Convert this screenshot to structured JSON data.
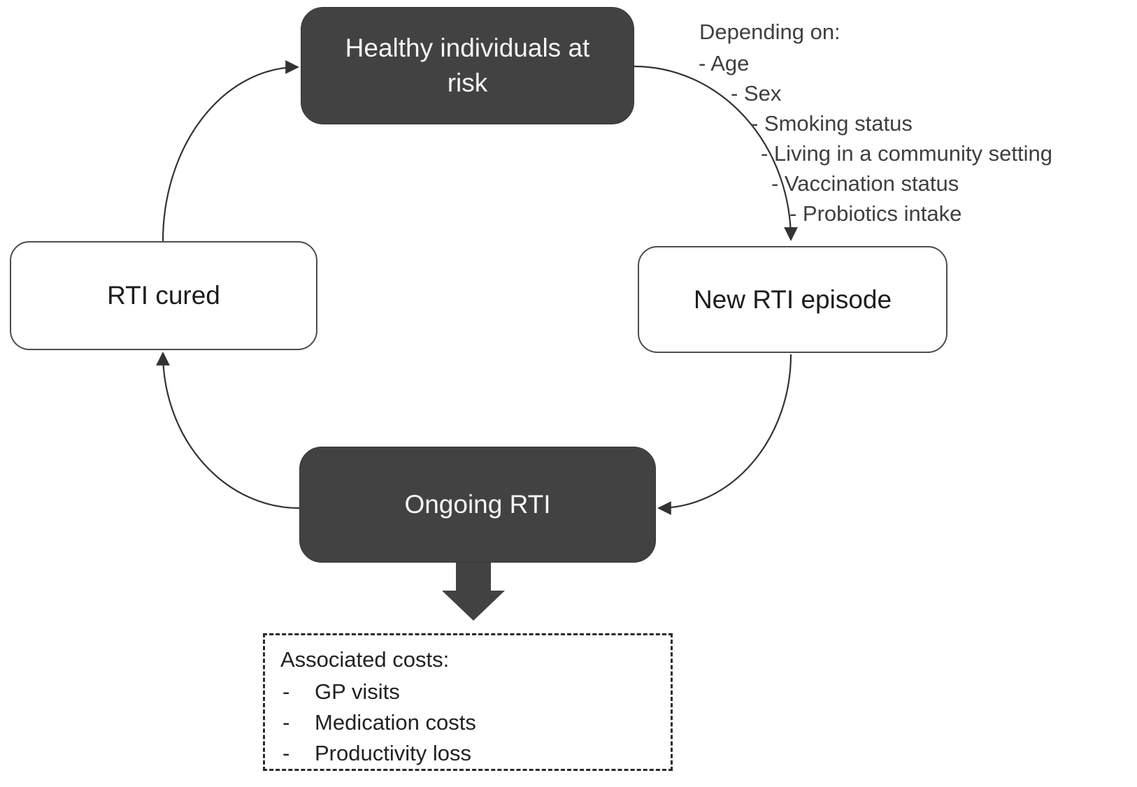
{
  "nodes": {
    "healthy": "Healthy individuals at risk",
    "new_episode": "New RTI episode",
    "ongoing": "Ongoing RTI",
    "cured": "RTI cured"
  },
  "depending": {
    "title": "Depending on:",
    "items": [
      "- Age",
      "- Sex",
      "- Smoking status",
      "- Living in a community setting",
      "- Vaccination status",
      "- Probiotics intake"
    ]
  },
  "costs": {
    "title": "Associated costs:",
    "marker": "-",
    "items": [
      "GP visits",
      "Medication costs",
      "Productivity loss"
    ]
  },
  "edges": [
    {
      "from": "cured",
      "to": "healthy",
      "style": "curved-arrow"
    },
    {
      "from": "healthy",
      "to": "new_episode",
      "style": "curved-arrow"
    },
    {
      "from": "new_episode",
      "to": "ongoing",
      "style": "curved-arrow"
    },
    {
      "from": "ongoing",
      "to": "cured",
      "style": "curved-arrow"
    },
    {
      "from": "ongoing",
      "to": "associated_costs",
      "style": "block-arrow"
    }
  ],
  "colors": {
    "dark_node_fill": "#424242",
    "dark_node_text": "#f6f6f6",
    "light_node_fill": "#ffffff",
    "light_node_border": "#4d4d4d",
    "light_node_text": "#1c1c1c",
    "arrow": "#333333",
    "annotation_text": "#3f3f3f",
    "costs_border": "#2b2b2b",
    "background": "#ffffff"
  }
}
